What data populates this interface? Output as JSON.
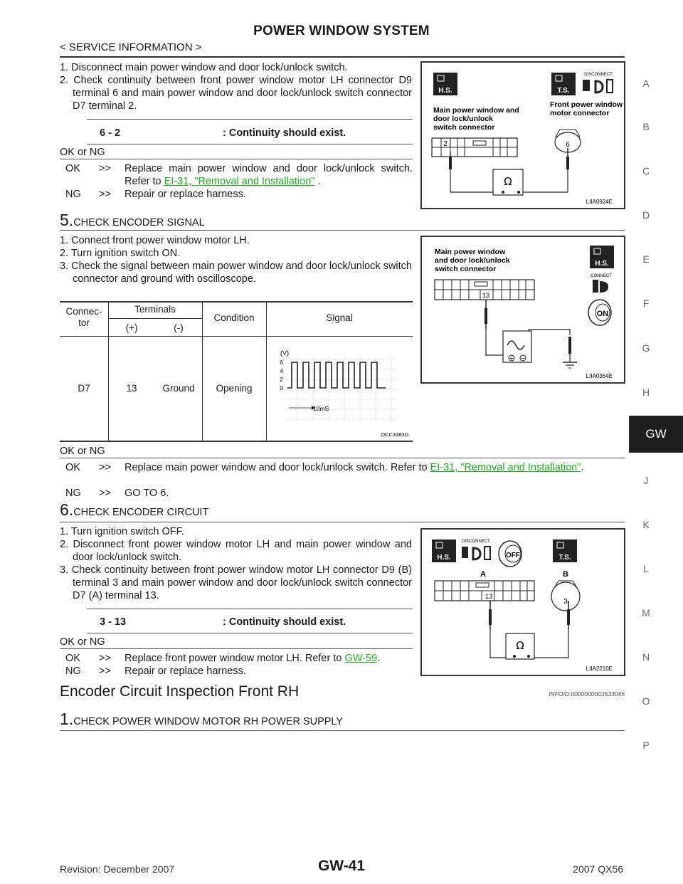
{
  "header": {
    "title": "POWER WINDOW SYSTEM",
    "subtitle": "< SERVICE INFORMATION >"
  },
  "block1": {
    "steps": [
      "1. Disconnect main power window and door lock/unlock switch.",
      "2. Check continuity between front power window motor LH connector D9 terminal 6 and main power window and door lock/unlock switch connector D7 terminal 2."
    ],
    "continuity_terms": "6 - 2",
    "continuity_result": ": Continuity should exist.",
    "ok_ng_label": "OK or NG",
    "ok": {
      "key": "OK",
      "arrow": ">>",
      "text": "Replace main power window and door lock/unlock switch. Refer to ",
      "link": "EI-31, \"Removal and Installation\"",
      "tail": " ."
    },
    "ng": {
      "key": "NG",
      "arrow": ">>",
      "text": "Repair or replace harness."
    },
    "figure": {
      "hs": "H.S.",
      "ts": "T.S.",
      "disconnect": "DISCONNECT",
      "label_left": "Main power window and door lock/unlock switch connector",
      "label_right": "Front power window motor connector",
      "pin_left": "2",
      "pin_right": "6",
      "ohm": "Ω",
      "code": "LIIA0924E"
    }
  },
  "step5": {
    "num": "5.",
    "title": "CHECK ENCODER SIGNAL",
    "steps": [
      "1. Connect front power window motor LH.",
      "2. Turn ignition switch ON.",
      "3. Check the signal between main power window and door lock/unlock switch connector and ground with oscilloscope."
    ],
    "table": {
      "h_connector": "Connec- tor",
      "h_terminals": "Terminals",
      "h_plus": "(+)",
      "h_minus": "(-)",
      "h_condition": "Condition",
      "h_signal": "Signal",
      "row": {
        "connector": "D7",
        "plus": "13",
        "minus": "Ground",
        "condition": "Opening"
      },
      "scope_v": "(V)",
      "scope_ticks": [
        "6",
        "4",
        "2",
        "0"
      ],
      "scope_time": "10mS",
      "scope_code": "OCC3383D"
    },
    "figure": {
      "label": "Main power window and door lock/unlock switch connector",
      "hs": "H.S.",
      "connect": "CONNECT",
      "on": "ON",
      "pin": "13",
      "plus": "+",
      "minus": "−",
      "code": "LIIA0364E"
    },
    "ok_ng_label": "OK or NG",
    "ok": {
      "key": "OK",
      "arrow": ">>",
      "text": "Replace main power window and door lock/unlock switch. Refer to ",
      "link": "EI-31, \"Removal and Installation\"",
      "tail": "."
    },
    "ng": {
      "key": "NG",
      "arrow": ">>",
      "text": "GO TO 6."
    }
  },
  "step6": {
    "num": "6.",
    "title": "CHECK ENCODER CIRCUIT",
    "steps": [
      "1. Turn ignition switch OFF.",
      "2. Disconnect front power window motor LH and main power window and door lock/unlock switch.",
      "3. Check continuity between front power window motor LH connector D9 (B) terminal 3 and main power window and door lock/unlock switch connector D7 (A) terminal 13."
    ],
    "continuity_terms": "3 - 13",
    "continuity_result": ": Continuity should exist.",
    "ok_ng_label": "OK or NG",
    "ok": {
      "key": "OK",
      "arrow": ">>",
      "text": "Replace front power window motor LH. Refer to ",
      "link": "GW-59",
      "tail": "."
    },
    "ng": {
      "key": "NG",
      "arrow": ">>",
      "text": "Repair or replace harness."
    },
    "figure": {
      "hs": "H.S.",
      "ts": "T.S.",
      "disconnect": "DISCONNECT",
      "off": "OFF",
      "label_a": "A",
      "label_b": "B",
      "pin_a": "13",
      "pin_b": "3",
      "ohm": "Ω",
      "code": "LIIA2210E"
    }
  },
  "section": {
    "title": "Encoder Circuit Inspection Front RH",
    "infoid": "INFOID:0000000003533045"
  },
  "step1": {
    "num": "1.",
    "title": "CHECK POWER WINDOW MOTOR RH POWER SUPPLY"
  },
  "sidebar": {
    "letters": [
      "A",
      "B",
      "C",
      "D",
      "E",
      "F",
      "G",
      "H",
      "J",
      "K",
      "L",
      "M",
      "N",
      "O",
      "P"
    ],
    "active": "GW"
  },
  "footer": {
    "revision": "Revision: December 2007",
    "page": "GW-41",
    "model": "2007 QX56"
  }
}
